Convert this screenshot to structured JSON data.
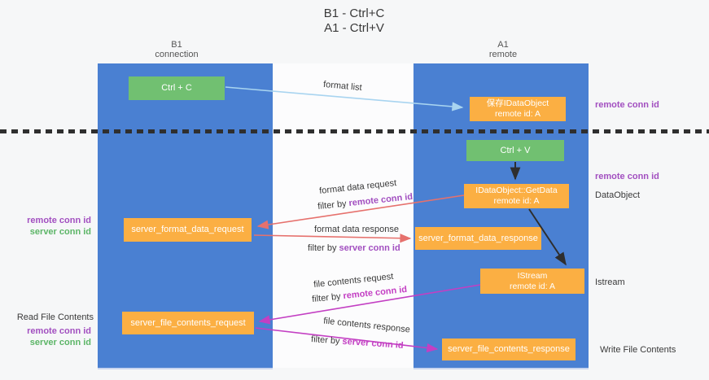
{
  "title": {
    "line1": "B1 - Ctrl+C",
    "line2": "A1 - Ctrl+V"
  },
  "lanes": {
    "left": {
      "name": "B1",
      "subtitle": "connection"
    },
    "right": {
      "name": "A1",
      "subtitle": "remote"
    }
  },
  "nodes": {
    "ctrl_c": {
      "label": "Ctrl + C"
    },
    "save_dataobject": {
      "line1": "保存IDataObject",
      "line2": "remote id: A"
    },
    "ctrl_v": {
      "label": "Ctrl + V"
    },
    "getdata": {
      "line1": "IDataObject::GetData",
      "line2": "remote id: A"
    },
    "istream": {
      "line1": "IStream",
      "line2": "remote id: A"
    },
    "format_request": {
      "label": "server_format_data_request"
    },
    "format_response": {
      "label": "server_format_data_response"
    },
    "file_request": {
      "label": "server_file_contents_request"
    },
    "file_response": {
      "label": "server_file_contents_response"
    }
  },
  "flows": {
    "format_list": {
      "label": "format list"
    },
    "format_request": {
      "label": "format data request",
      "filter_prefix": "filter by",
      "filter_key": "remote conn id"
    },
    "format_response": {
      "label": "format data response",
      "filter_prefix": "filter by",
      "filter_key": "server conn id"
    },
    "file_request": {
      "label": "file contents request",
      "filter_prefix": "filter by",
      "filter_key": "remote conn id"
    },
    "file_response": {
      "label": "file contents response",
      "filter_prefix": "filter by",
      "filter_key": "server conn id"
    }
  },
  "annotations": {
    "right_remote_conn_1": "remote conn id",
    "right_remote_conn_2": "remote conn id",
    "right_dataobject": "DataObject",
    "right_istream": "Istream",
    "right_write_file": "Write File Contents",
    "left_remote_conn_1": "remote conn id",
    "left_server_conn_1": "server conn id",
    "left_read_file": "Read File Contents",
    "left_remote_conn_2": "remote conn id",
    "left_server_conn_2": "server conn id"
  },
  "colors": {
    "lane_blue": "#4a80d2",
    "node_green": "#71c071",
    "node_orange": "#fbaf43",
    "remote_conn_purple": "#a24fc0",
    "server_conn_green": "#5cb567",
    "arrow_red": "#e6716d",
    "arrow_magenta": "#c33fc3",
    "arrow_light_blue": "#a8d4f0",
    "arrow_black": "#2e2e2e"
  }
}
